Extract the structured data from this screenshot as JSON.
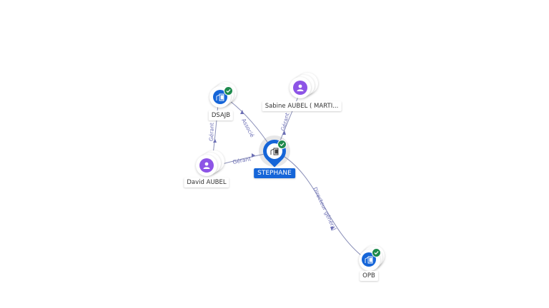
{
  "nodes": {
    "stephane": {
      "label": "STEPHANE",
      "icon": "building-icon",
      "verified": true
    },
    "dsajb": {
      "label": "DSAJB",
      "icon": "building-icon",
      "verified": true
    },
    "sabine": {
      "label": "Sabine AUBEL ( MARTI...",
      "icon": "person-icon"
    },
    "david": {
      "label": "David AUBEL",
      "icon": "person-icon"
    },
    "opb": {
      "label": "OPB",
      "icon": "building-icon",
      "verified": true
    }
  },
  "edges": {
    "dsajb_stephane": "Associé",
    "sabine_stephane": "Gérant",
    "david_dsajb": "Gérant",
    "david_stephane": "Gérant",
    "stephane_opb": "Directeur général"
  },
  "colors": {
    "company": "#1565d8",
    "person": "#8d54e6",
    "verified": "#1e8a4c",
    "edge": "#8a8fb8",
    "edge_label": "#6c6fb5"
  }
}
